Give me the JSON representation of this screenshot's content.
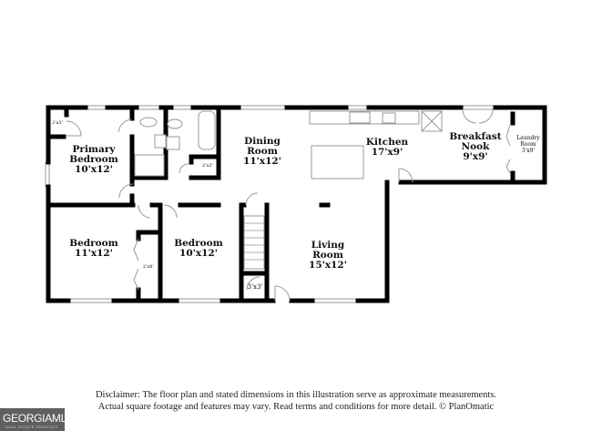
{
  "rooms": {
    "primary_bedroom": {
      "name": [
        "Primary",
        "Bedroom"
      ],
      "size": "10'x12'"
    },
    "primary_closet": {
      "size": "2'x3'"
    },
    "hall_closet": {
      "size": "2'x3'"
    },
    "dining_room": {
      "name": [
        "Dining",
        "Room"
      ],
      "size": "11'x12'"
    },
    "kitchen": {
      "name": [
        "Kitchen"
      ],
      "size": "17'x9'"
    },
    "breakfast_nook": {
      "name": [
        "Breakfast",
        "Nook"
      ],
      "size": "9'x9'"
    },
    "laundry_room": {
      "name": [
        "Laundry",
        "Room"
      ],
      "size": "3'x9'"
    },
    "bedroom_1": {
      "name": [
        "Bedroom"
      ],
      "size": "11'x12'"
    },
    "bedroom_1_closet": {
      "size": "2'x8'"
    },
    "bedroom_2": {
      "name": [
        "Bedroom"
      ],
      "size": "10'x12'"
    },
    "living_room": {
      "name": [
        "Living",
        "Room"
      ],
      "size": "15'x12'"
    },
    "stair_closet": {
      "size": "3'x3'"
    }
  },
  "disclaimer": [
    "Disclaimer: The floor plan and stated dimensions in this illustration serve as approximate measurements.",
    "Actual square footage and features may vary. Read terms and conditions for more detail. © PlanOmatic"
  ],
  "logo": {
    "text": "GEORGIAMLS",
    "subtext": "REAL ESTATE SERVICES"
  }
}
